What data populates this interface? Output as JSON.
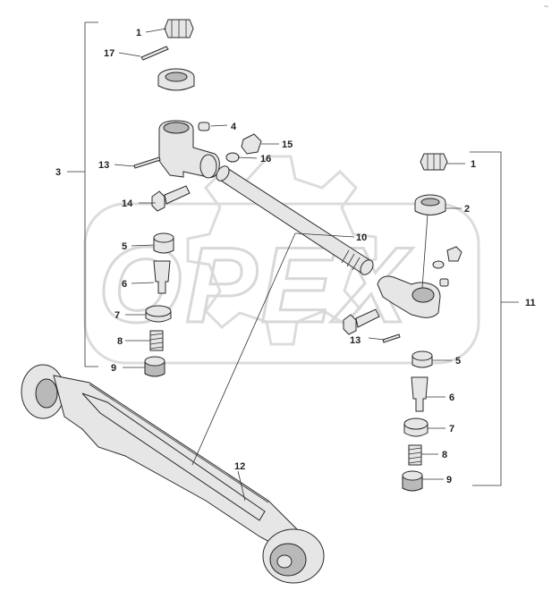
{
  "watermark": {
    "brand": "OPEX"
  },
  "corner_mark": "~",
  "callouts": {
    "left_1": "1",
    "left_17": "17",
    "left_4": "4",
    "left_15": "15",
    "left_16": "16",
    "left_13": "13",
    "left_3": "3",
    "left_14": "14",
    "left_5": "5",
    "left_10": "10",
    "left_6": "6",
    "left_7": "7",
    "left_8": "8",
    "left_9": "9",
    "axle_12": "12",
    "right_1": "1",
    "right_2": "2",
    "right_11": "11",
    "right_13": "13",
    "right_5": "5",
    "right_6": "6",
    "right_7": "7",
    "right_8": "8",
    "right_9": "9"
  }
}
